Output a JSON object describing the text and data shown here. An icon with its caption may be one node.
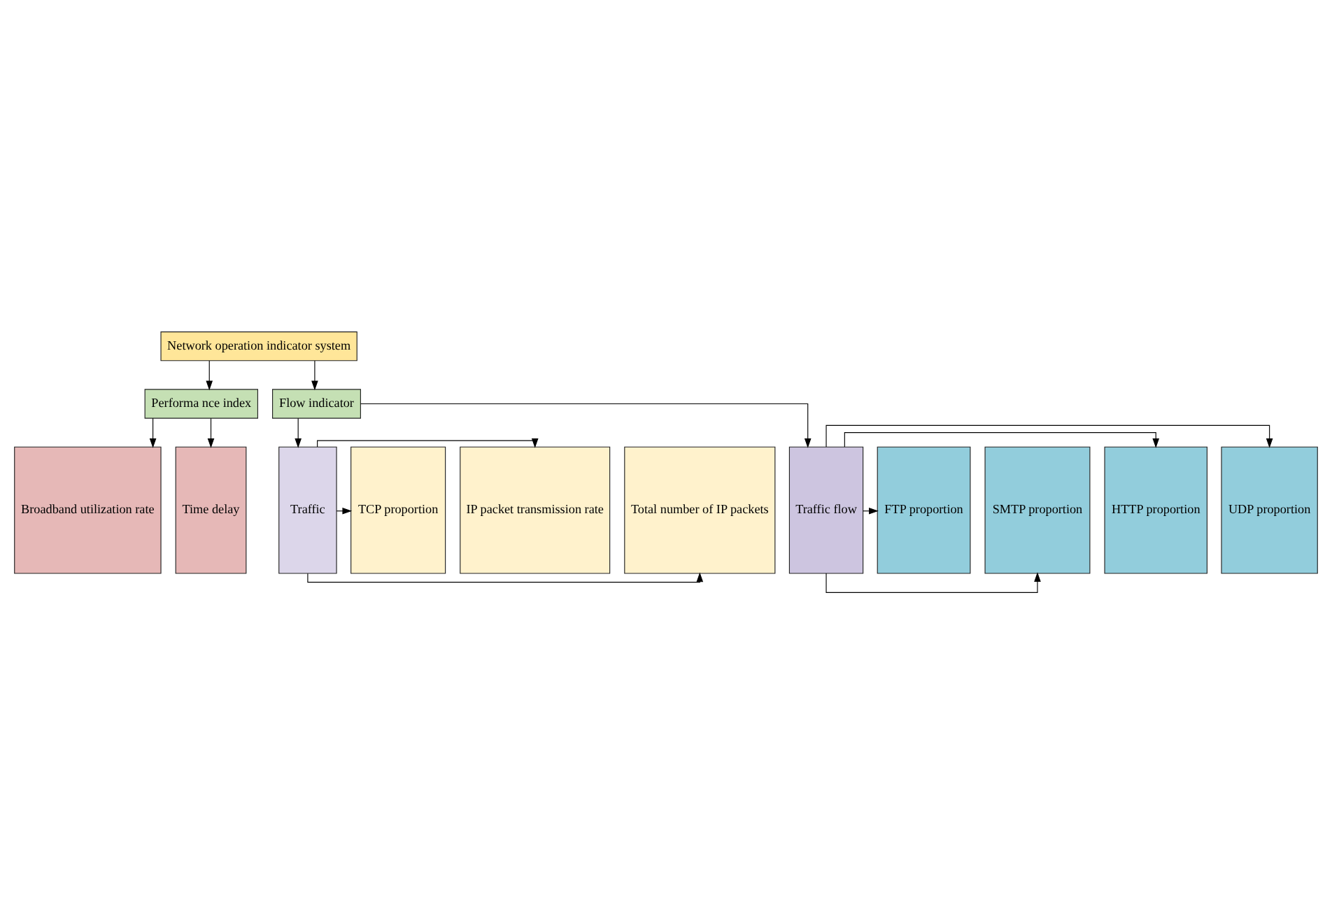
{
  "diagram": {
    "nodes": [
      {
        "text": [
          "Network operation indicator system"
        ]
      },
      {
        "text": [
          "Performa nce index"
        ]
      },
      {
        "text": [
          "Flow indicator"
        ]
      },
      {
        "text": [
          "Broadband utilization rate"
        ]
      },
      {
        "text": [
          "Time delay"
        ]
      },
      {
        "text": [
          "Traffic"
        ]
      },
      {
        "text": [
          "Traffic flow"
        ]
      },
      {
        "text": [
          "Total number of IP packets"
        ]
      },
      {
        "text": [
          "IP packet transmission rate"
        ]
      },
      {
        "text": [
          "TCP proportion"
        ]
      },
      {
        "text": [
          "UDP proportion"
        ]
      },
      {
        "text": [
          "HTTP proportion"
        ]
      },
      {
        "text": [
          "SMTP proportion"
        ]
      },
      {
        "text": [
          "FTP proportion"
        ]
      }
    ],
    "edges": [
      {
        "from": 0,
        "to": 1,
        "arrow": "to"
      },
      {
        "from": 0,
        "to": 2,
        "arrow": "to"
      },
      {
        "from": 1,
        "to": 3,
        "arrow": "to"
      },
      {
        "from": 1,
        "to": 4,
        "arrow": "to"
      },
      {
        "from": 2,
        "to": 5,
        "arrow": "to"
      },
      {
        "from": 2,
        "to": 6,
        "arrow": "to"
      },
      {
        "from": 5,
        "to": 7,
        "arrow": "to"
      },
      {
        "from": 5,
        "to": 8,
        "arrow": "to"
      },
      {
        "from": 5,
        "to": 9,
        "arrow": "to"
      },
      {
        "from": 6,
        "to": 10,
        "arrow": "to"
      },
      {
        "from": 6,
        "to": 11,
        "arrow": "to"
      },
      {
        "from": 6,
        "to": 12,
        "arrow": "to"
      },
      {
        "from": 6,
        "to": 13,
        "arrow": "to"
      }
    ]
  }
}
